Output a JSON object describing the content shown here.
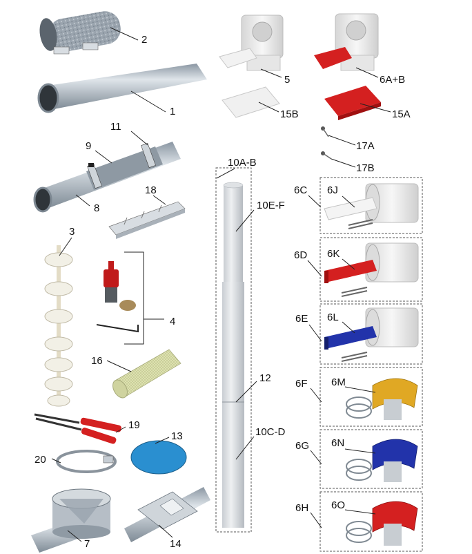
{
  "parts": {
    "p1": "1",
    "p2": "2",
    "p3": "3",
    "p4": "4",
    "p5": "5",
    "p6ab": "6A+B",
    "p6c": "6C",
    "p6d": "6D",
    "p6e": "6E",
    "p6f": "6F",
    "p6g": "6G",
    "p6h": "6H",
    "p6j": "6J",
    "p6k": "6K",
    "p6l": "6L",
    "p6m": "6M",
    "p6n": "6N",
    "p6o": "6O",
    "p7": "7",
    "p8": "8",
    "p9": "9",
    "p10ab": "10A-B",
    "p10ef": "10E-F",
    "p10cd": "10C-D",
    "p11": "11",
    "p12": "12",
    "p13": "13",
    "p14": "14",
    "p15a": "15A",
    "p15b": "15B",
    "p16": "16",
    "p17a": "17A",
    "p17b": "17B",
    "p18": "18",
    "p19": "19",
    "p20": "20"
  },
  "colors": {
    "galvanized": "#b9c3cc",
    "plastic_white": "#eeeeee",
    "red": "#d42020",
    "blue": "#2233aa",
    "yellow": "#e0a824",
    "lid_blue": "#2a8fd0",
    "mesh": "#d8dca8"
  }
}
